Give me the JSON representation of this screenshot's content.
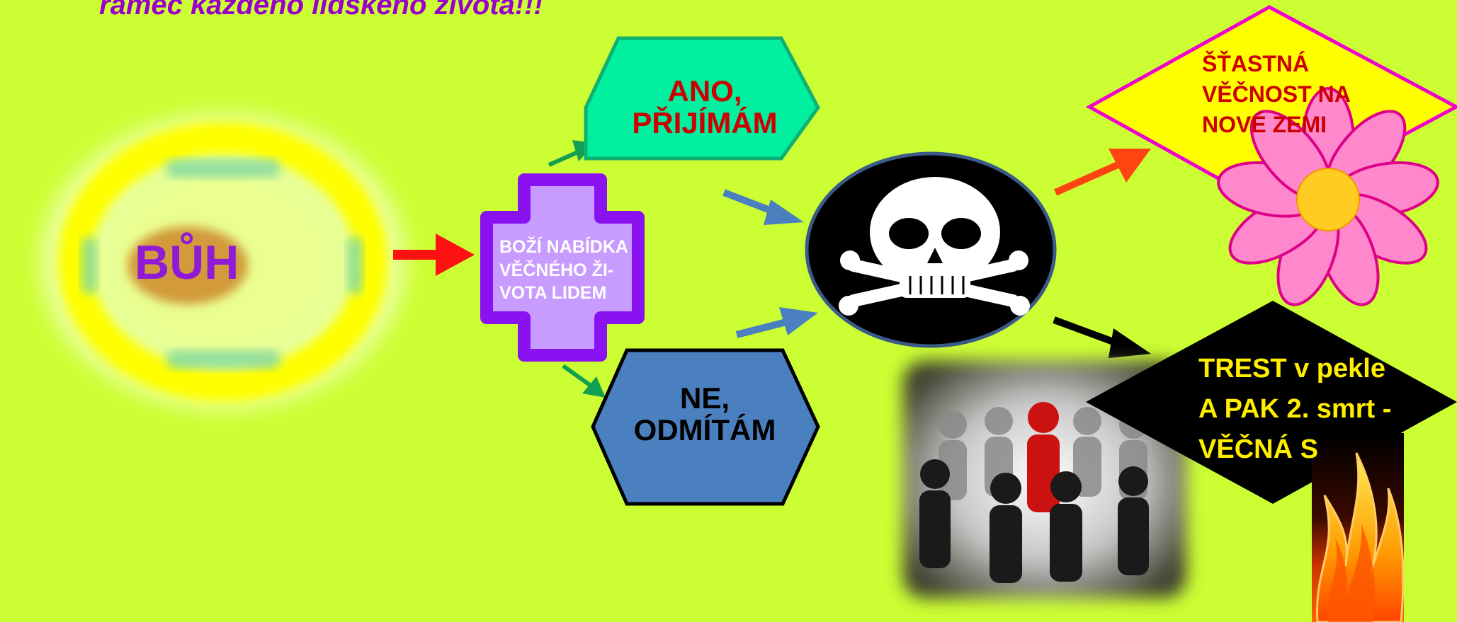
{
  "header": {
    "text": "rámec každého lidského života!!!"
  },
  "nodes": {
    "god": {
      "label": "BŮH"
    },
    "offer": {
      "label": "BOŽÍ NABÍDKA\nVĚČNÉHO ŽI-\nVOTA    LIDEM"
    },
    "accept": {
      "label": "ANO,\nPŘIJÍMÁM"
    },
    "reject": {
      "label": "NE,\nODMÍTÁM"
    },
    "death": {
      "icon": "skull-crossbones-icon"
    },
    "heaven": {
      "label": "ŠŤASTNÁ\nVĚČNOST   NA\nNOVÉ  ZEMI"
    },
    "hell": {
      "label": "TREST v pekle\nA PAK 2. smrt -\nVĚČNÁ S"
    }
  },
  "decorations": {
    "flower": "flower-icon",
    "crowd": "crowd-people-icon",
    "flames": "flames-icon"
  },
  "colors": {
    "background": "#ccff33",
    "header_text": "#9900cc",
    "god_text": "#8f1bd6",
    "offer_fill": "#c89bff",
    "offer_border": "#8a11f0",
    "accept_fill": "#00f0a0",
    "reject_fill": "#4a80c0",
    "heaven_fill": "#ffff00",
    "heaven_border": "#ee00cc",
    "hell_fill": "#000000",
    "hell_text": "#ffee00",
    "arrow_red": "#ff1111",
    "arrow_green": "#10a050",
    "arrow_blue": "#4a80c0",
    "arrow_orange": "#ff4411",
    "arrow_black": "#000000"
  }
}
